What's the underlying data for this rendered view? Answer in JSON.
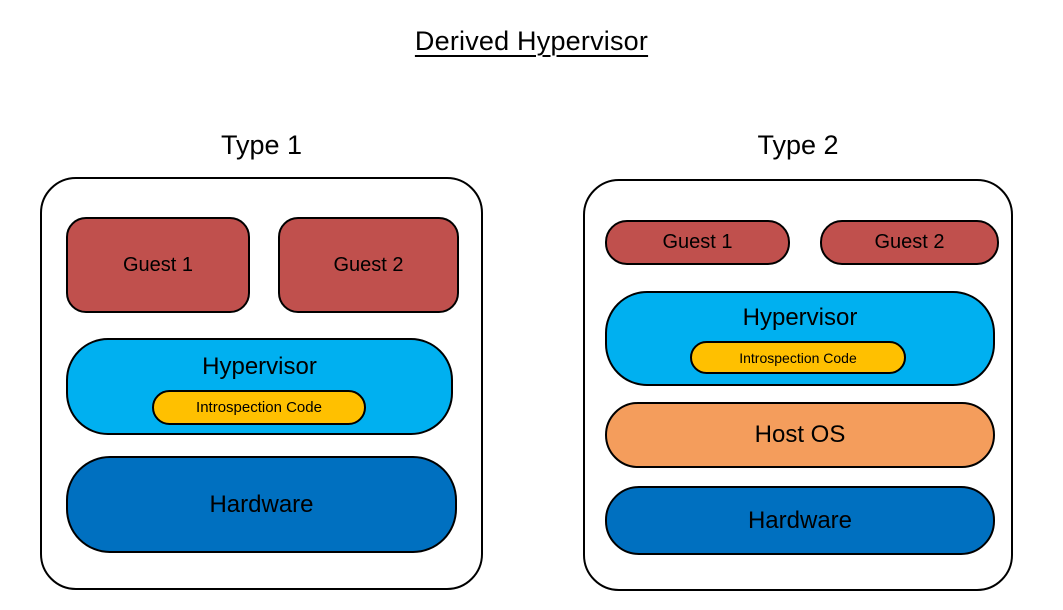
{
  "title": "Derived Hypervisor",
  "colors": {
    "guest": "#C0504D",
    "hypervisor": "#00B0F0",
    "introspection": "#FFC000",
    "host_os": "#F49D5C",
    "hardware": "#0070C0",
    "outline": "#000000"
  },
  "type1": {
    "label": "Type 1",
    "guest1": "Guest 1",
    "guest2": "Guest 2",
    "hypervisor": "Hypervisor",
    "introspection": "Introspection Code",
    "hardware": "Hardware"
  },
  "type2": {
    "label": "Type 2",
    "guest1": "Guest 1",
    "guest2": "Guest 2",
    "hypervisor": "Hypervisor",
    "introspection": "Introspection Code",
    "host_os": "Host OS",
    "hardware": "Hardware"
  }
}
